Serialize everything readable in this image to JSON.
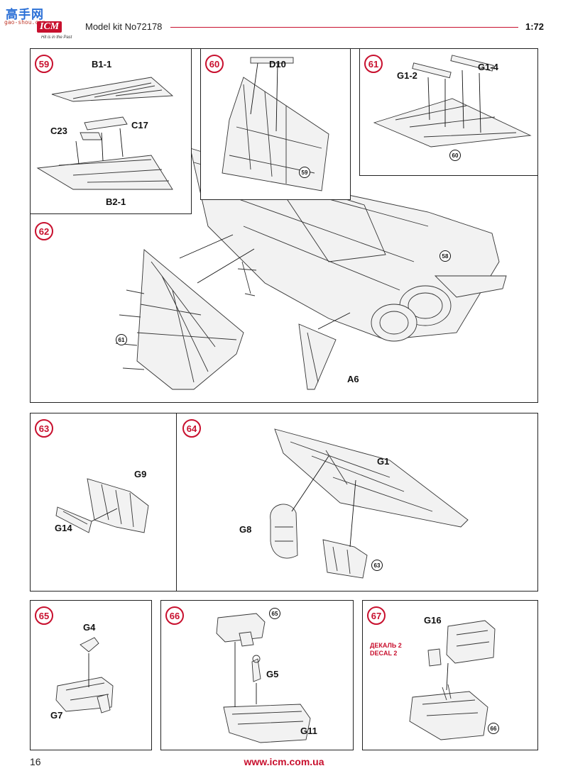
{
  "header": {
    "site_logo": "高手网",
    "site_domain": "gao-shou.com",
    "brand": "ICM",
    "motto": "Hit is in the Past",
    "kit_title": "Model kit No72178",
    "scale": "1:72"
  },
  "steps": {
    "s59": {
      "number": "59",
      "labels": [
        "B1-1",
        "C23",
        "C17",
        "B2-1"
      ]
    },
    "s60": {
      "number": "60",
      "labels": [
        "D10"
      ],
      "ref": "59"
    },
    "s61": {
      "number": "61",
      "labels": [
        "G1-2",
        "G1-4"
      ],
      "ref": "60"
    },
    "s62": {
      "number": "62",
      "labels": [
        "A6"
      ],
      "refs": [
        "58",
        "61"
      ]
    },
    "s63": {
      "number": "63",
      "labels": [
        "G9",
        "G14"
      ]
    },
    "s64": {
      "number": "64",
      "labels": [
        "G1",
        "G8"
      ],
      "ref": "63"
    },
    "s65": {
      "number": "65",
      "labels": [
        "G4",
        "G7"
      ]
    },
    "s66": {
      "number": "66",
      "labels": [
        "G5",
        "G11"
      ],
      "ref": "65"
    },
    "s67": {
      "number": "67",
      "labels": [
        "G16"
      ],
      "decal_ru": "ДЕКАЛЬ 2",
      "decal_en": "DECAL 2",
      "ref": "66"
    }
  },
  "footer": {
    "page_number": "16",
    "website": "www.icm.com.ua"
  },
  "colors": {
    "accent": "#c8102e",
    "line": "#222222"
  }
}
